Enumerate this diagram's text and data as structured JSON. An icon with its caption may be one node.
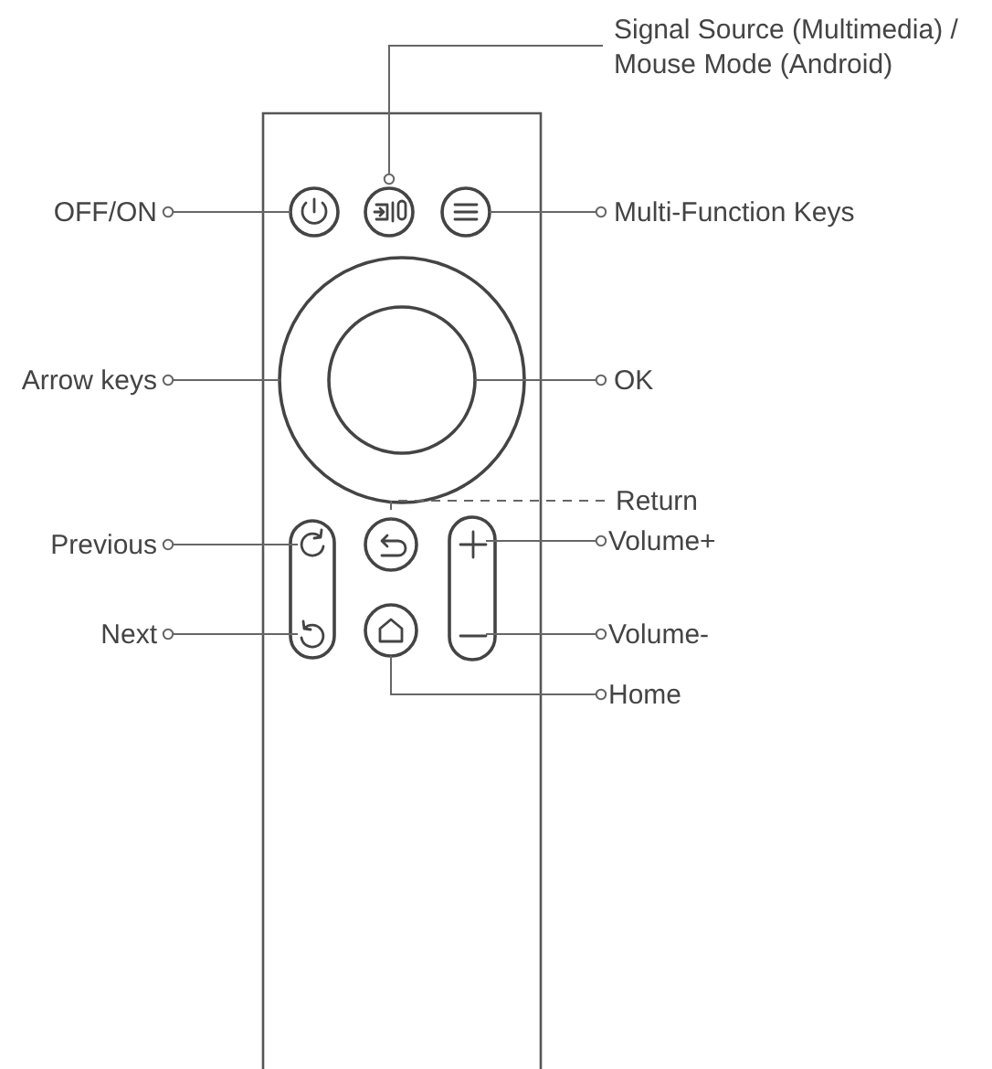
{
  "diagram": {
    "nodes": [
      {
        "text": [
          "Signal Source (Multimedia) / Mouse Mode (Android)"
        ]
      },
      {
        "text": [
          "OFF/ON"
        ]
      },
      {
        "text": [
          "Multi-Function Keys"
        ]
      },
      {
        "text": [
          "Arrow keys"
        ]
      },
      {
        "text": [
          "OK"
        ]
      },
      {
        "text": [
          "Return"
        ]
      },
      {
        "text": [
          "Previous"
        ]
      },
      {
        "text": [
          "Volume+"
        ]
      },
      {
        "text": [
          "Next"
        ]
      },
      {
        "text": [
          "Volume-"
        ]
      },
      {
        "text": [
          "Home"
        ]
      },
      {
        "text": [],
        "shape": "circle"
      },
      {
        "text": [],
        "shape": "circle"
      },
      {
        "text": [],
        "shape": "circle"
      },
      {
        "text": [],
        "shape": "circle"
      },
      {
        "text": [],
        "shape": "circle",
        "in": 14
      },
      {
        "text": [],
        "shape": "arrow"
      },
      {
        "text": [],
        "shape": "circle"
      },
      {
        "text": [],
        "shape": "cross"
      },
      {
        "text": [],
        "shape": "arrow"
      },
      {
        "text": [],
        "shape": "circle"
      },
      {
        "text": [],
        "shape": "bar"
      }
    ],
    "edges": [
      {
        "from": 12,
        "to": 0,
        "arrow": "other"
      },
      {
        "from": 1,
        "to": 11,
        "arrow": "other"
      },
      {
        "from": 2,
        "to": 13,
        "arrow": "other"
      },
      {
        "from": 3,
        "to": 14,
        "arrow": "other"
      },
      {
        "from": 4,
        "to": 15,
        "arrow": "other"
      },
      {
        "from": 5,
        "to": 17,
        "arrow": "none",
        "style": "dashed"
      },
      {
        "from": 6,
        "to": 16,
        "arrow": "other"
      },
      {
        "from": 7,
        "to": 18,
        "arrow": "other"
      },
      {
        "from": 8,
        "to": 19,
        "arrow": "other"
      },
      {
        "from": 9,
        "to": 21,
        "arrow": "other"
      },
      {
        "from": 10,
        "to": 20,
        "arrow": "other"
      }
    ]
  }
}
